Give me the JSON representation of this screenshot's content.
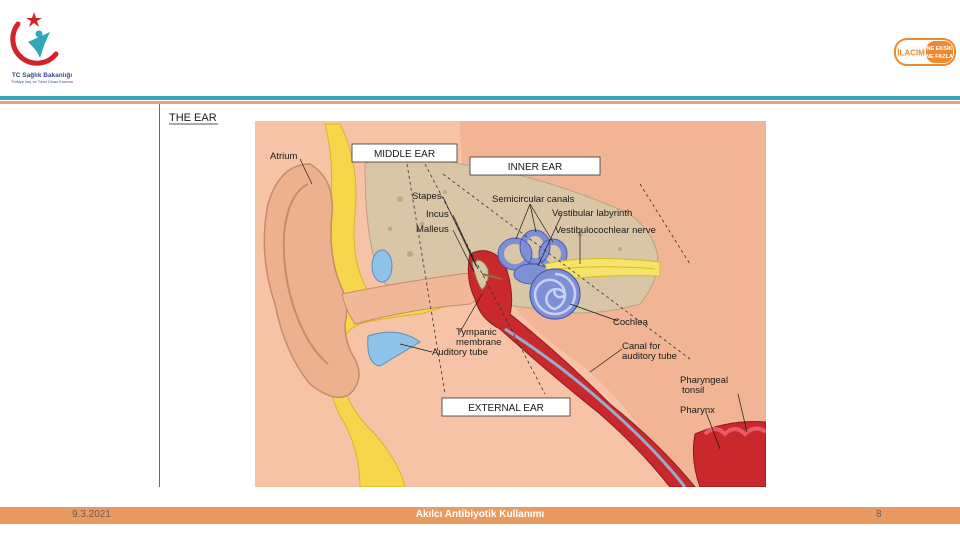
{
  "header": {
    "logo_left": {
      "name": "TC Sağlık Bakanlığı",
      "subtitle": "Türkiye İlaç ve Tıbbi Cihaz Kurumu",
      "star_color": "#d3222a",
      "crescent_color": "#d3222a",
      "figure_color": "#2fa8b8"
    },
    "logo_right": {
      "word1": "İLACIM",
      "word2": "NE EKSİK",
      "word3": "NE FAZLA",
      "color": "#ef8a2f"
    }
  },
  "diagram": {
    "title": "THE EAR",
    "region_labels": {
      "middle_ear": "MIDDLE EAR",
      "inner_ear": "INNER EAR",
      "external_ear": "EXTERNAL EAR"
    },
    "labels": {
      "atrium": "Atrium",
      "stapes": "Stapes",
      "incus": "Incus",
      "malleus": "Malleus",
      "semicircular_canals": "Semicircular canals",
      "vestibular_labyrinth": "Vestibular labyrinth",
      "vestibulocochlear_nerve": "Vestibulocochlear nerve",
      "cochlea": "Cochlea",
      "tympanic_1": "Tympanic",
      "tympanic_2": "membrane",
      "auditory_tube": "Auditory tube",
      "canal_1": "Canal for",
      "canal_2": "auditory tube",
      "pharyngeal_1": "Pharyngeal",
      "pharyngeal_2": "tonsil",
      "pharynx": "Pharynx"
    },
    "colors": {
      "skin": "#f6c3a6",
      "ear": "#eeb190",
      "bone": "#d9c6a6",
      "cartilage": "#f6d64a",
      "canal_red": "#c9282d",
      "labyrinth_blue": "#7f8fd6",
      "nerve_yellow": "#f8e36a"
    }
  },
  "footer": {
    "date": "9.3.2021",
    "title": "Akılcı Antibiyotik Kullanımı",
    "page": "8"
  }
}
